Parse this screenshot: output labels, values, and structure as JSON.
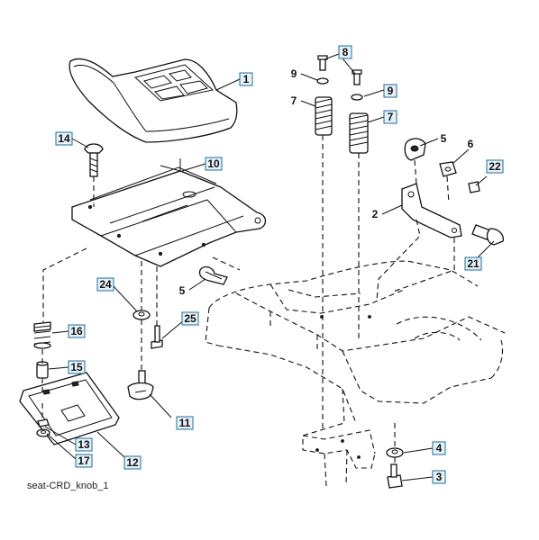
{
  "caption": "seat-CRD_knob_1",
  "callouts": {
    "c1": "1",
    "c14": "14",
    "c10": "10",
    "c24": "24",
    "c5a": "5",
    "c16": "16",
    "c25": "25",
    "c15": "15",
    "c11": "11",
    "c13": "13",
    "c17": "17",
    "c12": "12",
    "c8": "8",
    "c9a": "9",
    "c9b": "9",
    "c7a": "7",
    "c7b": "7",
    "c5b": "5",
    "c6": "6",
    "c22": "22",
    "c2": "2",
    "c21": "21",
    "c4": "4",
    "c3": "3"
  },
  "colors": {
    "callout_fill": "#e7f1f8",
    "callout_border": "#1b6f9a",
    "line": "#111111"
  }
}
